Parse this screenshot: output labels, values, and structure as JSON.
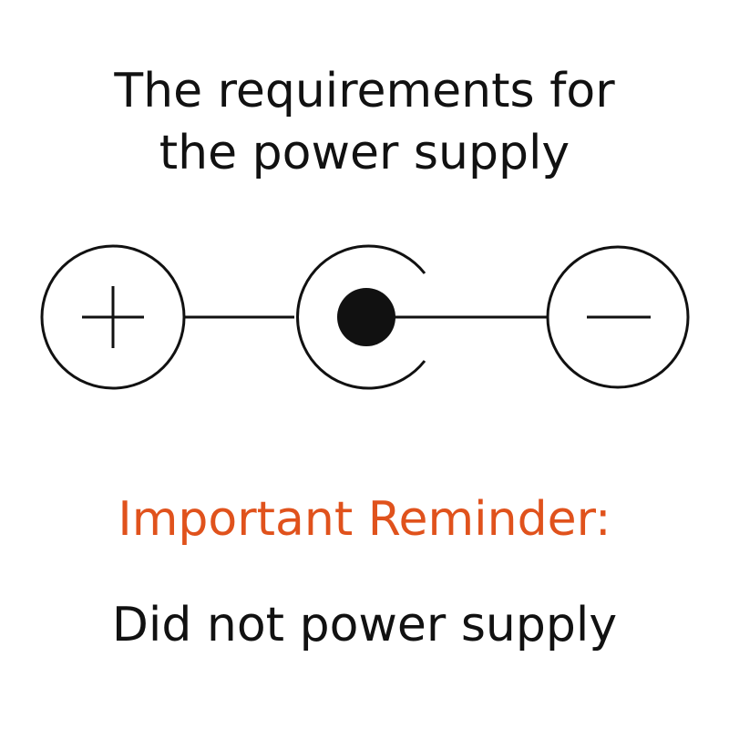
{
  "title": {
    "line1": "The requirements for",
    "line2": "the power supply"
  },
  "diagram": {
    "positive_symbol": "plus-icon",
    "center_symbol": "dc-center-pin-icon",
    "negative_symbol": "minus-icon"
  },
  "reminder": {
    "heading": "Important Reminder:",
    "text": "Did not power supply"
  },
  "colors": {
    "text": "#111111",
    "accent": "#e0521c",
    "line": "#111111",
    "background": "#ffffff"
  }
}
